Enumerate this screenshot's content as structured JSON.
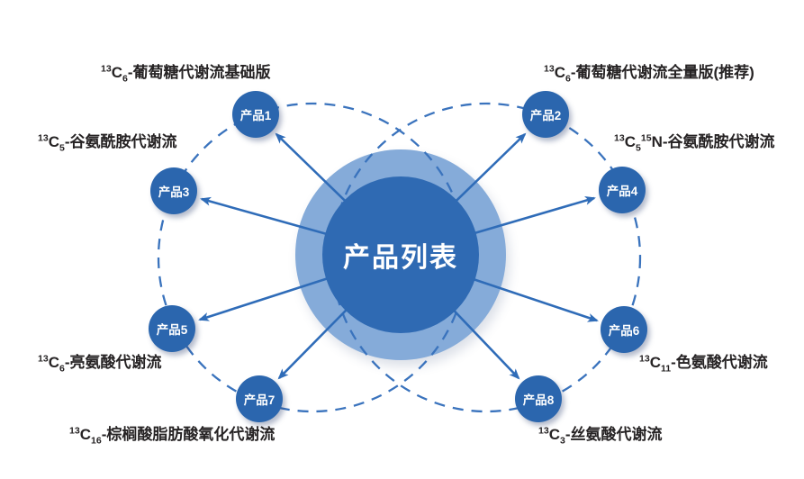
{
  "center": {
    "label": "产品列表"
  },
  "products": [
    {
      "label": "产品1"
    },
    {
      "label": "产品2"
    },
    {
      "label": "产品3"
    },
    {
      "label": "产品4"
    },
    {
      "label": "产品5"
    },
    {
      "label": "产品6"
    },
    {
      "label": "产品7"
    },
    {
      "label": "产品8"
    }
  ],
  "flux_labels": {
    "glucose_basic": {
      "sup1": "13",
      "base1": "C",
      "sub1": "6",
      "rest": "-葡萄糖代谢流基础版"
    },
    "glucose_full": {
      "sup1": "13",
      "base1": "C",
      "sub1": "6",
      "rest": "-葡萄糖代谢流全量版(推荐)"
    },
    "glutamine": {
      "sup1": "13",
      "base1": "C",
      "sub1": "5",
      "rest": "-谷氨酰胺代谢流"
    },
    "glutamine_n15": {
      "sup1": "13",
      "base1": "C",
      "sub1": "5",
      "sup2": "15",
      "base2": "N",
      "rest": "-谷氨酰胺代谢流"
    },
    "leucine": {
      "sup1": "13",
      "base1": "C",
      "sub1": "6",
      "rest": "-亮氨酸代谢流"
    },
    "tryptophan": {
      "sup1": "13",
      "base1": "C",
      "sub1": "11",
      "rest": "-色氨酸代谢流"
    },
    "palmitate": {
      "sup1": "13",
      "base1": "C",
      "sub1": "16",
      "rest": "-棕榈酸脂肪酸氧化代谢流"
    },
    "serine": {
      "sup1": "13",
      "base1": "C",
      "sub1": "3",
      "rest": "-丝氨酸代谢流"
    }
  },
  "colors": {
    "node_fill": "#2b66ae",
    "center_fill": "#2f6ab3",
    "halo_ring": "#85abd9",
    "arrow": "#2f6cb8",
    "dashed_orbit": "#3a73bd",
    "label_text": "#262324",
    "node_text": "#ffffff",
    "background": "#ffffff"
  }
}
